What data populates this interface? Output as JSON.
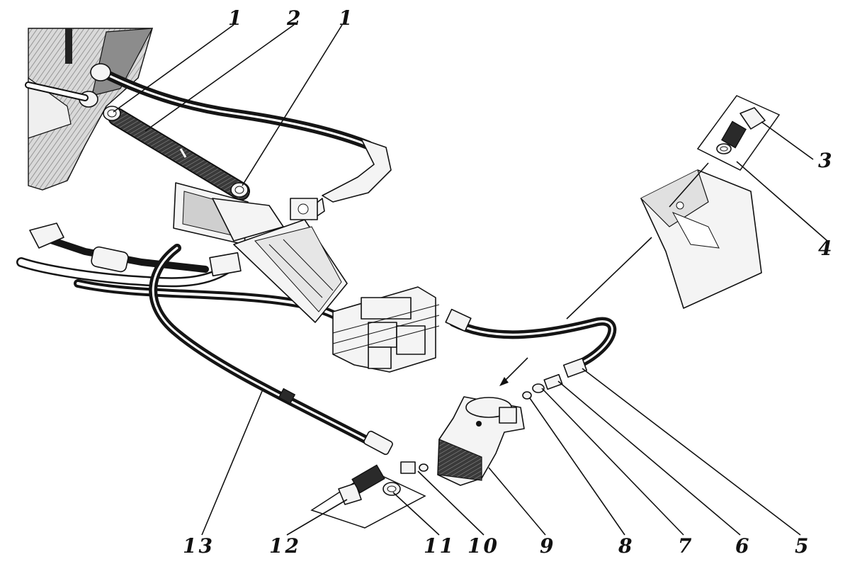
{
  "diagram": {
    "callouts": [
      {
        "id": "c1a",
        "text": "1"
      },
      {
        "id": "c2",
        "text": "2"
      },
      {
        "id": "c1b",
        "text": "1"
      },
      {
        "id": "c3",
        "text": "3"
      },
      {
        "id": "c4",
        "text": "4"
      },
      {
        "id": "c5",
        "text": "5"
      },
      {
        "id": "c6",
        "text": "6"
      },
      {
        "id": "c7",
        "text": "7"
      },
      {
        "id": "c8",
        "text": "8"
      },
      {
        "id": "c9",
        "text": "9"
      },
      {
        "id": "c10",
        "text": "10"
      },
      {
        "id": "c11",
        "text": "11"
      },
      {
        "id": "c12",
        "text": "12"
      },
      {
        "id": "c13",
        "text": "13"
      }
    ]
  }
}
